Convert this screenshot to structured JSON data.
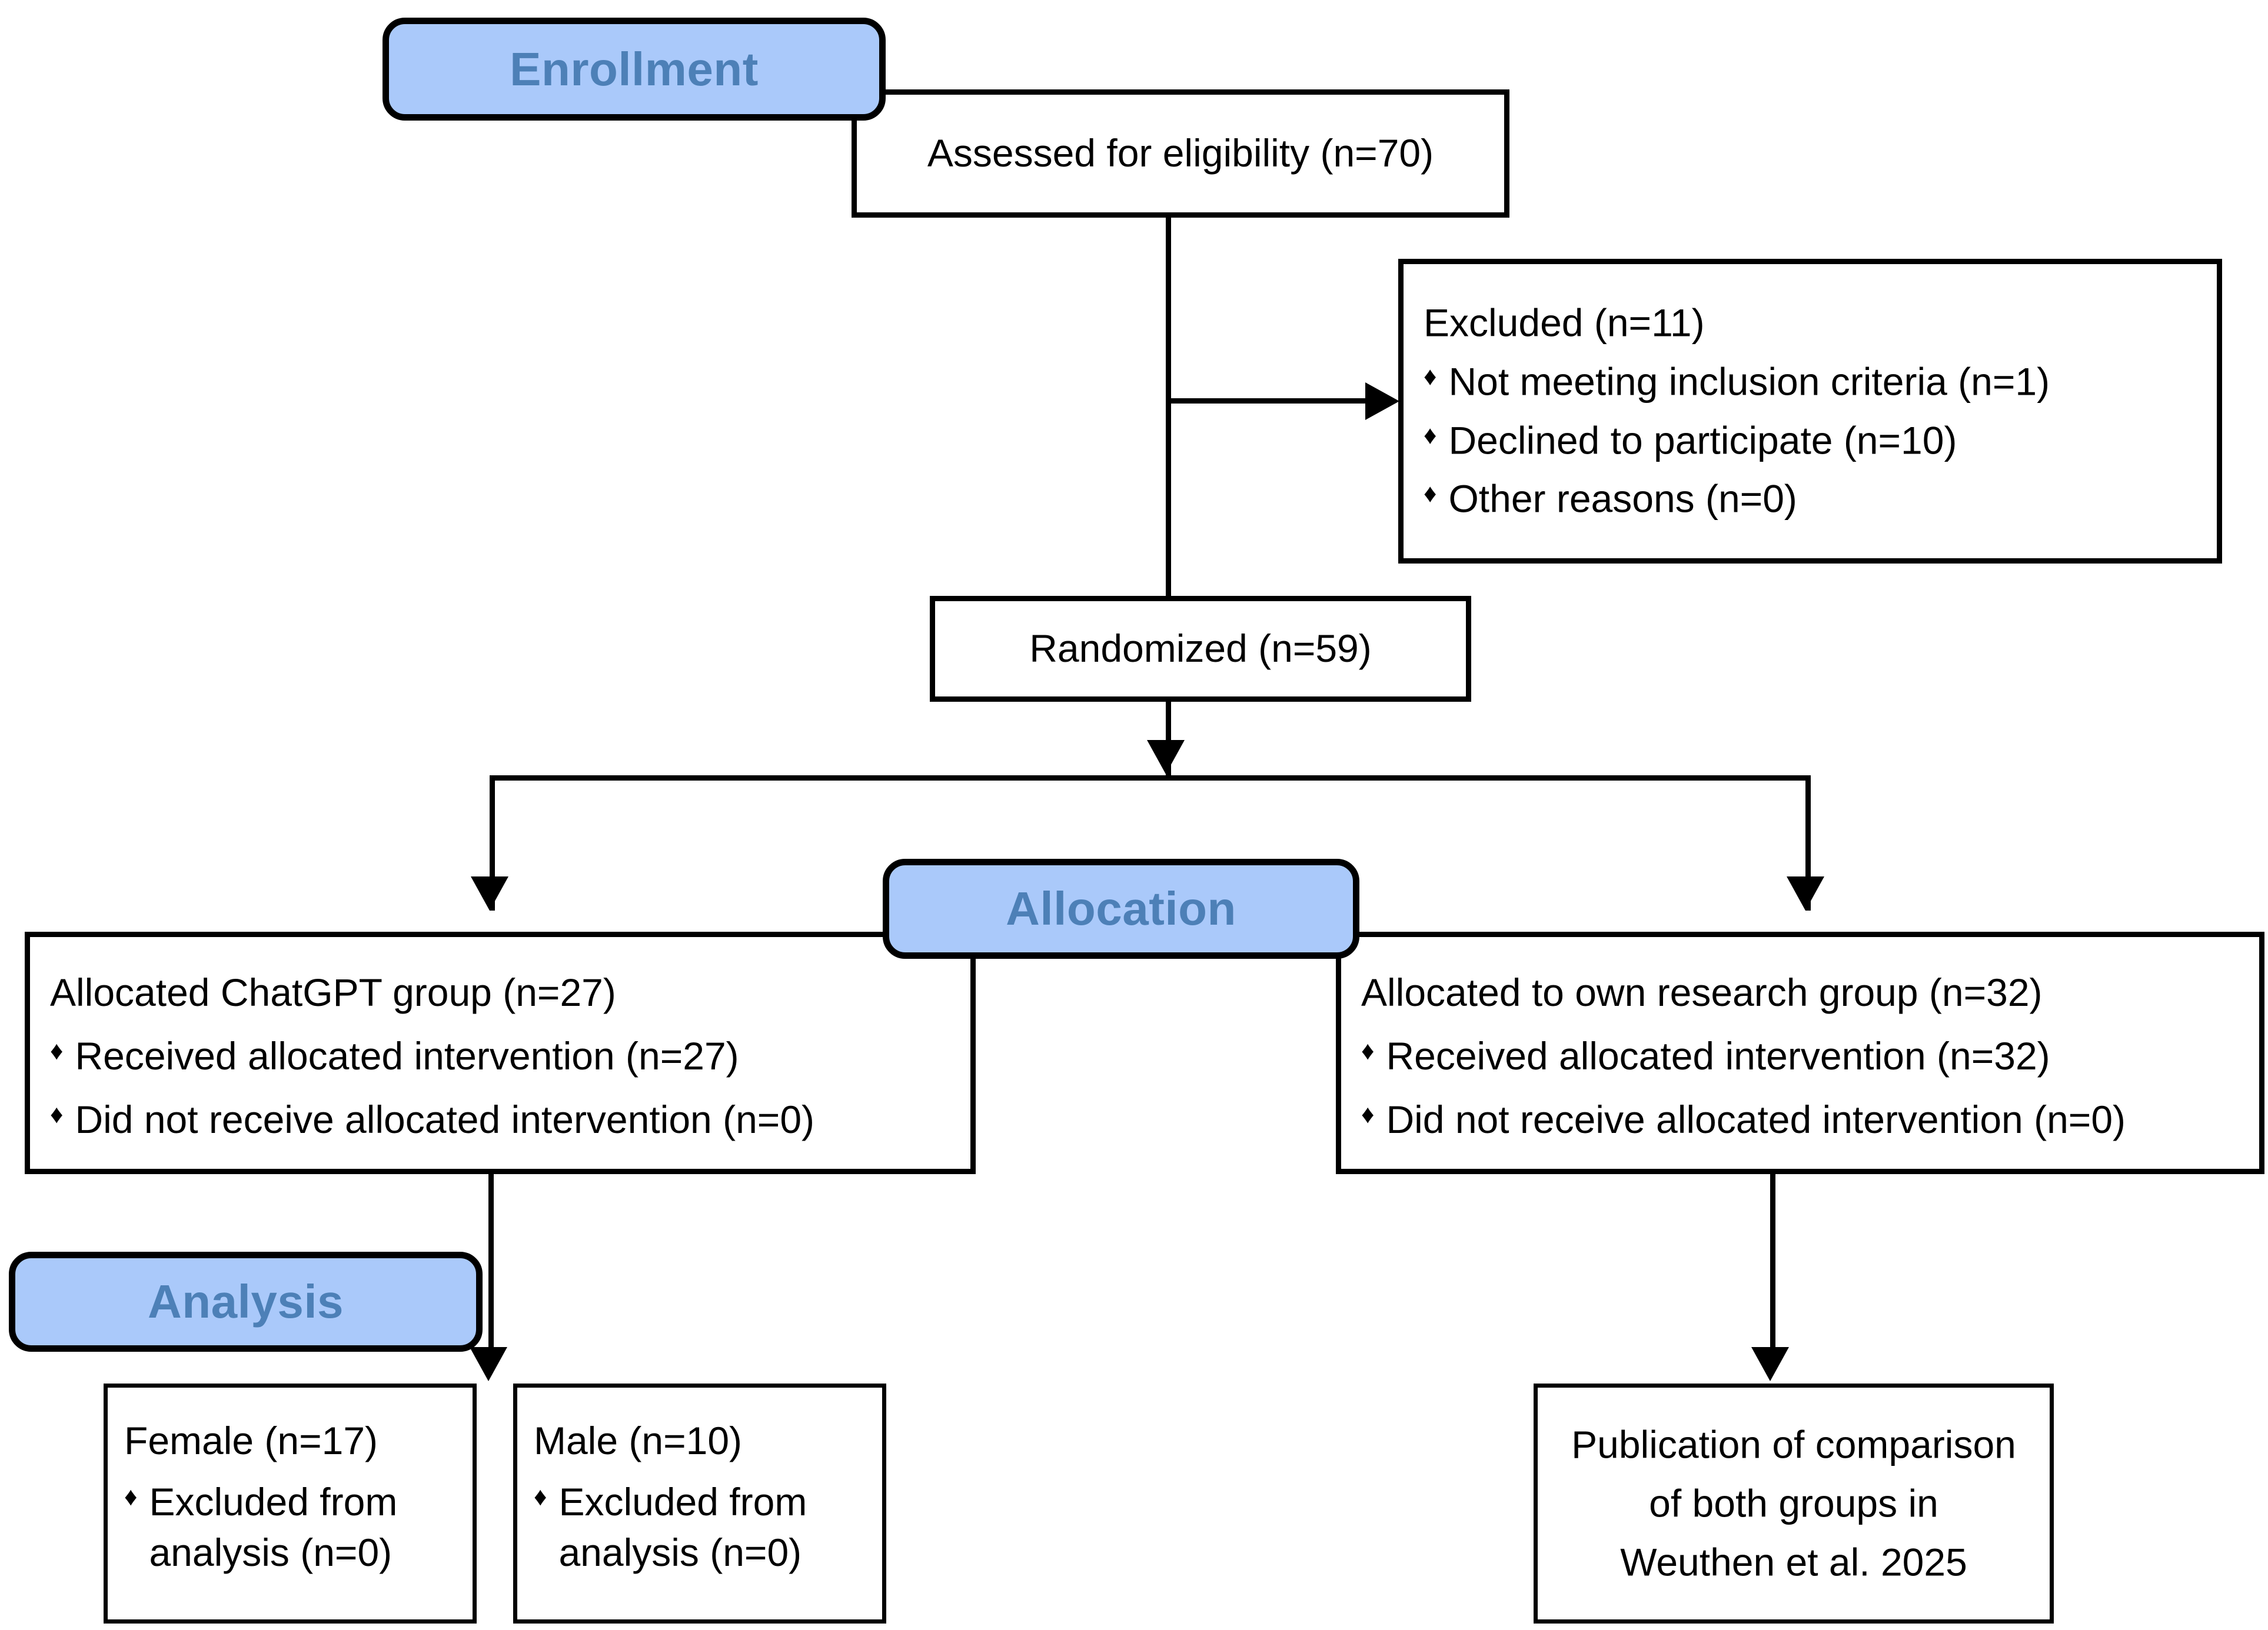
{
  "diagram": {
    "title": "CONSORT participant flow diagram",
    "colors": {
      "banner_fill": "#aac9fa",
      "banner_text": "#4d80b7",
      "box_border": "#000000",
      "box_fill": "#ffffff",
      "text": "#000000"
    },
    "bullet_glyph": "♦"
  },
  "stages": {
    "enrollment": "Enrollment",
    "allocation": "Allocation",
    "analysis": "Analysis"
  },
  "nodes": {
    "assessed": {
      "text": "Assessed for eligibility (n=70)"
    },
    "excluded": {
      "heading": "Excluded (n=11)",
      "reasons": [
        "Not meeting inclusion criteria (n=1)",
        "Declined to participate (n=10)",
        "Other reasons (n=0)"
      ]
    },
    "randomized": {
      "text": "Randomized (n=59)"
    },
    "allocated_left": {
      "heading": "Allocated ChatGPT group (n=27)",
      "items": [
        "Received allocated intervention (n=27)",
        "Did not receive allocated intervention (n=0)"
      ]
    },
    "allocated_right": {
      "heading": "Allocated to own research group (n=32)",
      "items": [
        "Received allocated intervention (n=32)",
        "Did not receive allocated intervention (n=0)"
      ]
    },
    "female": {
      "heading": "Female (n=17)",
      "item": "Excluded from analysis (n=0)"
    },
    "male": {
      "heading": "Male (n=10)",
      "item": "Excluded from analysis (n=0)"
    },
    "publication": {
      "line1": "Publication of comparison",
      "line2": "of both groups in",
      "line3": "Weuthen et al. 2025"
    }
  }
}
